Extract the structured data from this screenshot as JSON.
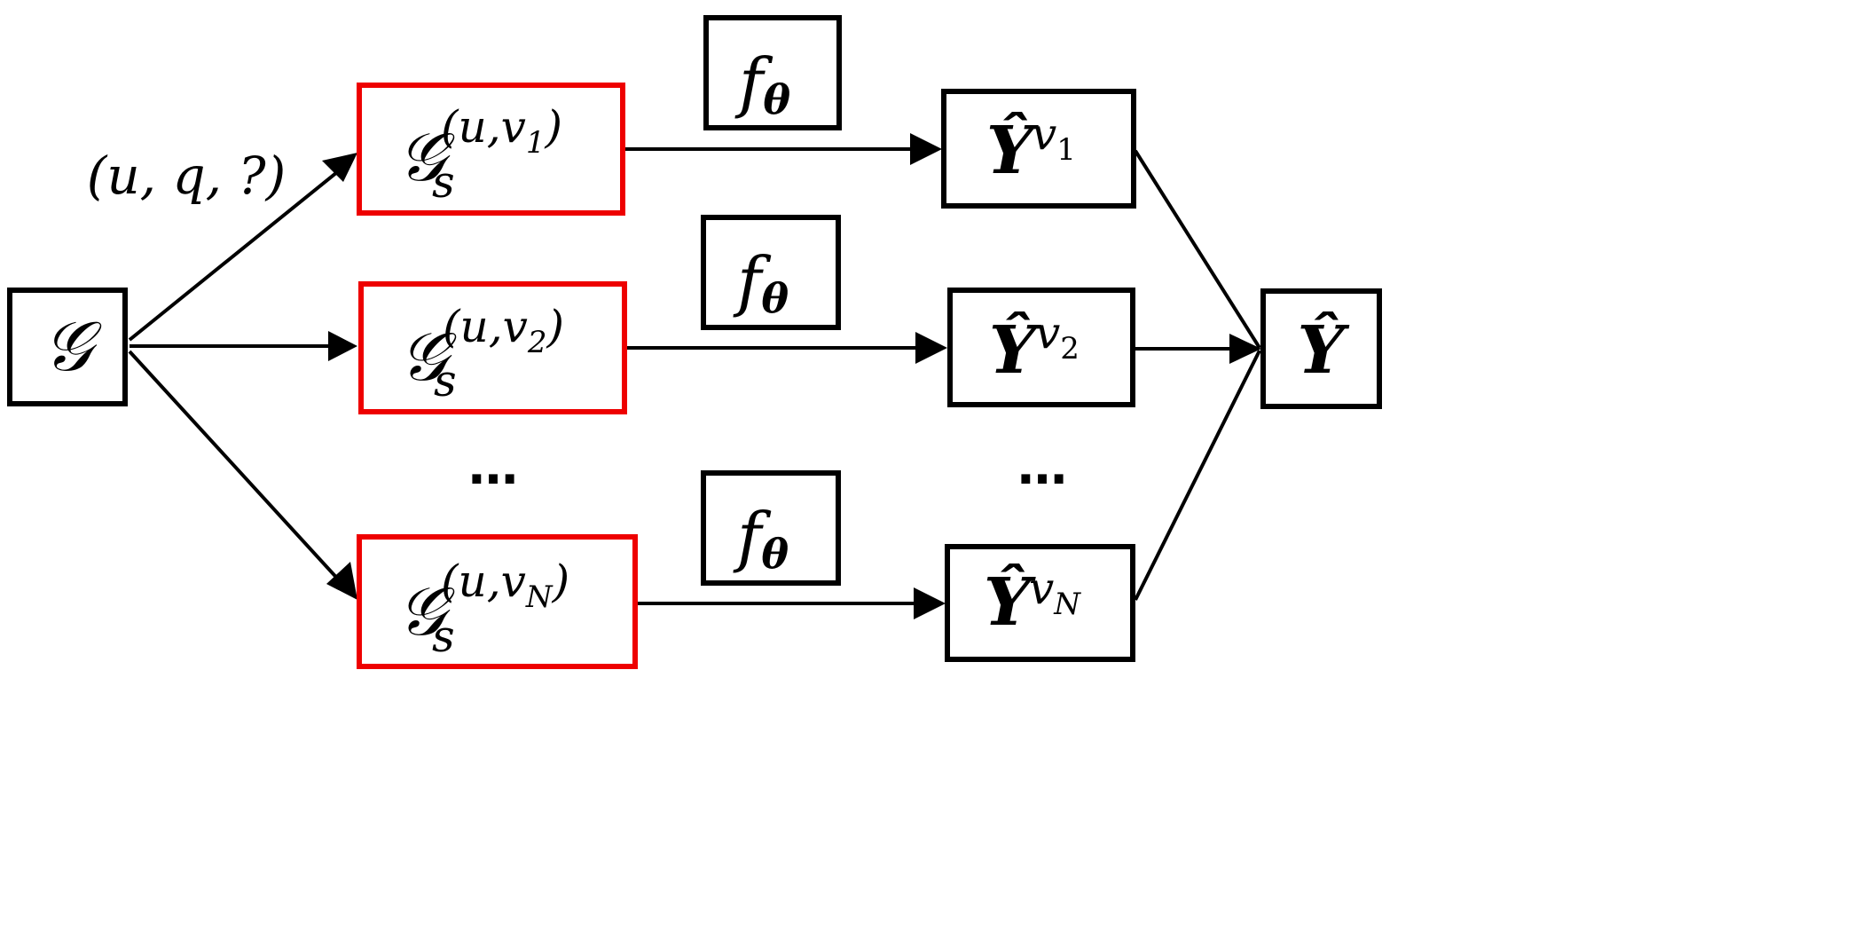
{
  "colors": {
    "subgraph_border": "#ee0000",
    "box_border": "#000000",
    "edge": "#000000"
  },
  "input_graph": {
    "symbol": "𝒢"
  },
  "query": {
    "label": "(u, q, ?)"
  },
  "subgraphs": [
    {
      "base": "𝒢",
      "subscript": "s",
      "superscript": "(u,v",
      "super_sub": "1",
      "super_close": ")"
    },
    {
      "base": "𝒢",
      "subscript": "s",
      "superscript": "(u,v",
      "super_sub": "2",
      "super_close": ")"
    },
    {
      "base": "𝒢",
      "subscript": "s",
      "superscript": "(u,v",
      "super_sub": "N",
      "super_close": ")"
    }
  ],
  "models": [
    {
      "f": "f",
      "sub": "θ"
    },
    {
      "f": "f",
      "sub": "θ"
    },
    {
      "f": "f",
      "sub": "θ"
    }
  ],
  "predictions": [
    {
      "base": "Ŷ",
      "sup": "v",
      "sup_sub": "1"
    },
    {
      "base": "Ŷ",
      "sup": "v",
      "sup_sub": "2"
    },
    {
      "base": "Ŷ",
      "sup": "v",
      "sup_sub": "N"
    }
  ],
  "output": {
    "symbol": "Ŷ"
  },
  "ellipsis": {
    "subgraphs": "…",
    "predictions": "…"
  }
}
